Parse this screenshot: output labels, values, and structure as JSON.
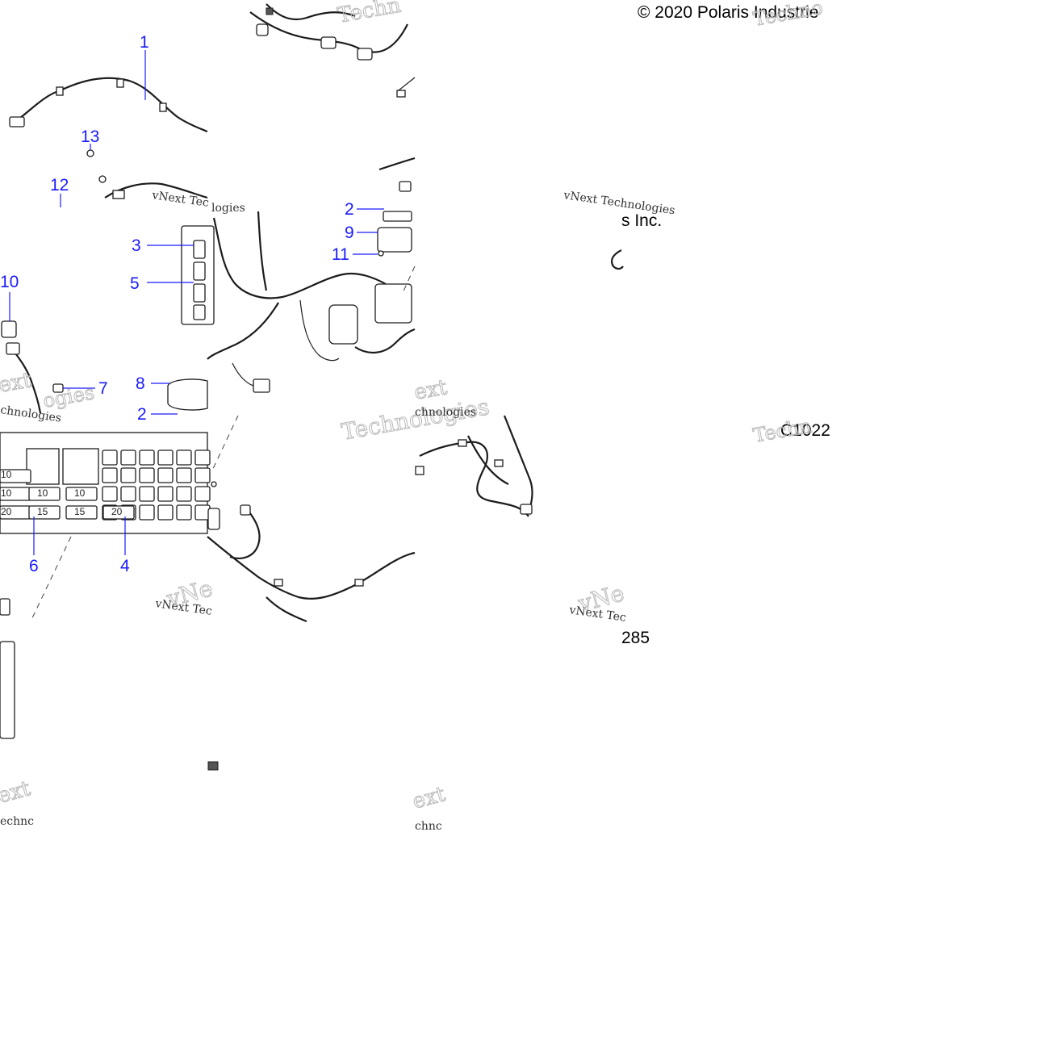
{
  "copyright_text": "© 2020 Polaris Industrie",
  "partial_text_company": "s Inc.",
  "partial_text_number": "285",
  "diagram_code": "C1022",
  "watermarks": {
    "vnext_tec": "vNext Tec",
    "vnext_technologies": "vNext Technologies",
    "technologies": "Technologies",
    "techn": "Techn",
    "chnologies": "chnologies",
    "ext": "ext",
    "vne": "vNe",
    "techno": "Techno",
    "echnc": "echnc",
    "chnc": "chnc",
    "logies": "logies",
    "ogies": "ogies"
  },
  "callouts": {
    "c1": "1",
    "c13": "13",
    "c12": "12",
    "c3": "3",
    "c5": "5",
    "c10": "10",
    "c7": "7",
    "c8": "8",
    "c2_left": "2",
    "c6": "6",
    "c4": "4",
    "c2_top": "2",
    "c9": "9",
    "c11": "11"
  },
  "fuse_labels": {
    "row1": [
      "10"
    ],
    "row2": [
      "10",
      "10",
      "10"
    ],
    "row3": [
      "20",
      "15",
      "15",
      "20"
    ]
  }
}
